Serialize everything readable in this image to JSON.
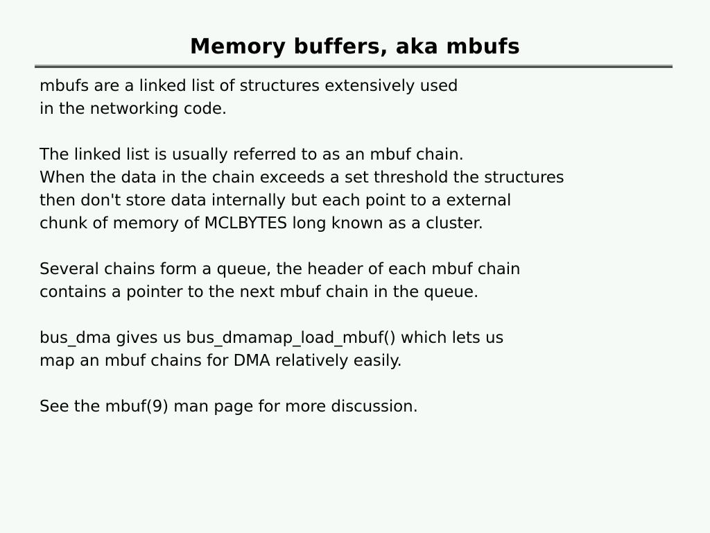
{
  "slide": {
    "title": "Memory buffers, aka mbufs",
    "background_color": "#f5faf6",
    "text_color": "#060606",
    "rule": {
      "light_color": "#a9aba9",
      "dark_color": "#4d524d"
    },
    "paragraphs": [
      {
        "id": "intro",
        "lines": [
          "mbufs are a linked list of structures extensively used",
          "in the networking code."
        ]
      },
      {
        "id": "chain-and-clusters",
        "lines": [
          "The linked list is usually referred to as an mbuf chain.",
          "When the data in the chain exceeds a set threshold the structures",
          "then don't store data internally but each point to a external",
          "chunk of memory of MCLBYTES long known as a cluster."
        ]
      },
      {
        "id": "queues",
        "lines": [
          "Several chains form a queue, the header of each mbuf chain",
          "contains a pointer to the next mbuf chain in the queue."
        ]
      },
      {
        "id": "bus-dma",
        "lines": [
          "bus_dma gives us bus_dmamap_load_mbuf() which lets us",
          "map an mbuf chains for DMA relatively easily."
        ]
      },
      {
        "id": "see-also",
        "lines": [
          "See the mbuf(9) man page for more discussion."
        ]
      }
    ]
  }
}
